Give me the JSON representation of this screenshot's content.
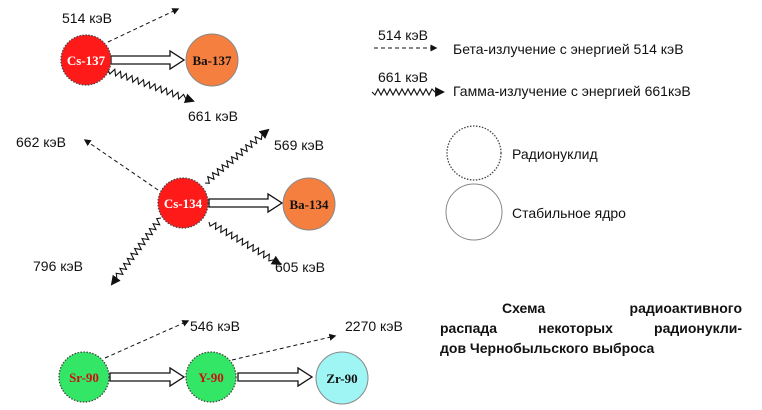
{
  "nuclides": {
    "cs137": {
      "label": "Cs-137",
      "color": "#ff1a1a",
      "text_color": "#ffffff"
    },
    "ba137": {
      "label": "Ba-137",
      "color": "#f47f3f",
      "text_color": "#111111"
    },
    "cs134": {
      "label": "Cs-134",
      "color": "#ff1a1a",
      "text_color": "#ffffff"
    },
    "ba134": {
      "label": "Ba-134",
      "color": "#f47f3f",
      "text_color": "#111111"
    },
    "sr90": {
      "label": "Sr-90",
      "color": "#33e666",
      "text_color": "#cc1111"
    },
    "y90": {
      "label": "Y-90",
      "color": "#33e666",
      "text_color": "#cc1111"
    },
    "zr90": {
      "label": "Zr-90",
      "color": "#9ff4f4",
      "text_color": "#111111"
    }
  },
  "energies": {
    "cs137_beta": "514 кэВ",
    "cs137_gamma": "661 кэВ",
    "cs134_beta": "662 кэВ",
    "cs134_gamma_up": "569 кэВ",
    "cs134_gamma_left": "796 кэВ",
    "cs134_gamma_right": "605 кэВ",
    "sr90_beta": "546 кэВ",
    "y90_beta": "2270 кэВ"
  },
  "legend": {
    "beta_energy": "514 кэВ",
    "beta_text": "Бета-излучение с энергией 514 кэВ",
    "gamma_energy": "661 кэВ",
    "gamma_text": "Гамма-излучение с энергией 661кэВ",
    "radionuclide": "Радионуклид",
    "stable": "Стабильное ядро"
  },
  "caption": {
    "line1": "Схема радиоактивного",
    "line2": "распада некоторых радионукли-",
    "line3": "дов Чернобыльского выброса"
  }
}
